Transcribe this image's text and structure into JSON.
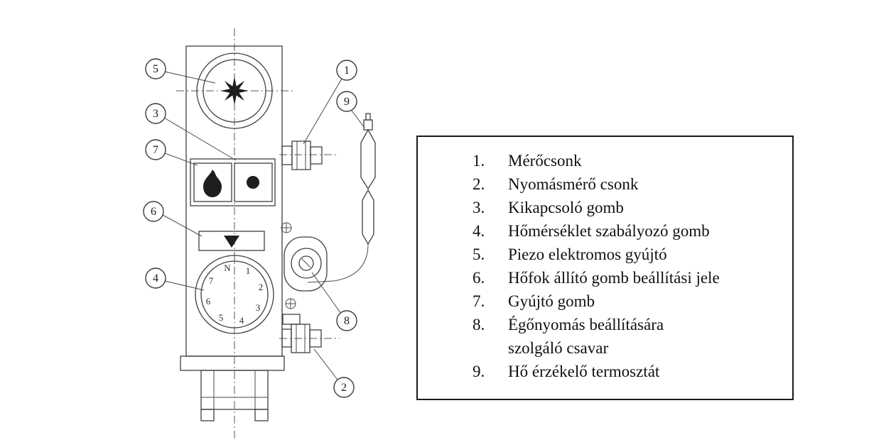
{
  "legend": {
    "items": [
      {
        "num": "1.",
        "line1": "Mérőcsonk"
      },
      {
        "num": "2.",
        "line1": "Nyomásmérő csonk"
      },
      {
        "num": "3.",
        "line1": "Kikapcsoló gomb"
      },
      {
        "num": "4.",
        "line1": "Hőmérséklet szabályozó gomb"
      },
      {
        "num": "5.",
        "line1": "Piezo elektromos gyújtó"
      },
      {
        "num": "6.",
        "line1": "Hőfok állító gomb beállítási jele"
      },
      {
        "num": "7.",
        "line1": "Gyújtó gomb"
      },
      {
        "num": "8.",
        "line1": "Égőnyomás beállítására",
        "line2": "szolgáló csavar"
      },
      {
        "num": "9.",
        "line1": "Hő érzékelő termosztát"
      }
    ]
  },
  "diagram": {
    "callouts": {
      "n1": "1",
      "n2": "2",
      "n3": "3",
      "n4": "4",
      "n5": "5",
      "n6": "6",
      "n7": "7",
      "n8": "8",
      "n9": "9"
    },
    "dial_labels": [
      "N",
      "1",
      "2",
      "3",
      "4",
      "5",
      "6",
      "7"
    ]
  }
}
